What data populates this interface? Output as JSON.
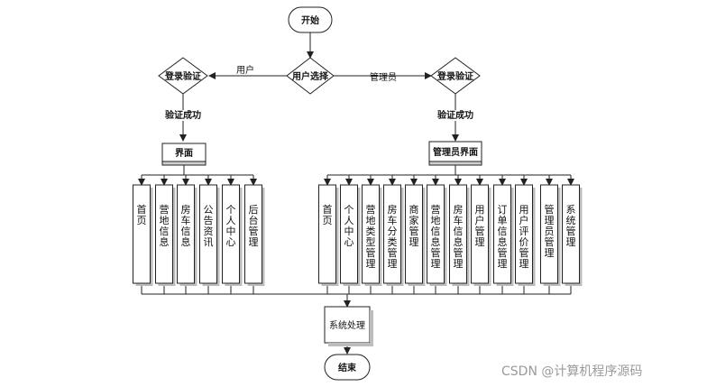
{
  "flowchart": {
    "start": "开始",
    "user_select": "用户选择",
    "edge_user": "用户",
    "edge_admin": "管理员",
    "login_left": "登录验证",
    "login_right": "登录验证",
    "verify_left": "验证成功",
    "verify_right": "验证成功",
    "ui_left": "界面",
    "ui_right": "管理员界面",
    "user_modules": [
      "首页",
      "营地信息",
      "房车信息",
      "公告资讯",
      "个人中心",
      "后台管理"
    ],
    "admin_modules": [
      "首页",
      "个人中心",
      "营地类型管理",
      "房车分类管理",
      "商家管理",
      "营地信息管理",
      "房车信息管理",
      "用户管理",
      "订单信息管理",
      "用户评价管理",
      "管理员管理",
      "系统管理"
    ],
    "process": "系统处理",
    "end": "结束"
  },
  "watermark": "CSDN @计算机程序源码"
}
